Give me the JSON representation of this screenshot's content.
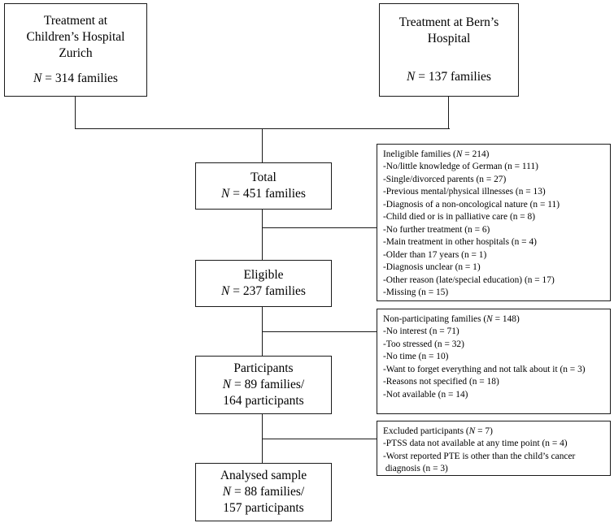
{
  "figure": {
    "type": "flowchart",
    "title": "Participant flow diagram",
    "orientation": "top-to-bottom"
  },
  "nodes": {
    "source_zurich": {
      "lines": [
        "Treatment at",
        "Children’s Hospital",
        "Zurich"
      ],
      "stat_prefix": "N",
      "stat_value": "= 314 families"
    },
    "source_bern": {
      "lines": [
        "Treatment at Bern’s",
        "Hospital"
      ],
      "stat_prefix": "N",
      "stat_value": "= 137 families"
    },
    "total": {
      "label": "Total",
      "stat_prefix": "N",
      "stat_value": "= 451 families"
    },
    "eligible": {
      "label": "Eligible",
      "stat_prefix": "N",
      "stat_value": "= 237 families"
    },
    "participants": {
      "label": "Participants",
      "stat_prefix": "N",
      "stat_value": "= 89 families/",
      "stat_value2": "164 participants"
    },
    "analysed": {
      "label": "Analysed sample",
      "stat_prefix": "N",
      "stat_value": "= 88 families/",
      "stat_value2": "157 participants"
    }
  },
  "exclusions": {
    "ineligible": {
      "heading_pre": "Ineligible families (",
      "heading_ital": "N",
      "heading_post": " = 214)",
      "items": [
        "-No/little knowledge of German (n = 111)",
        "-Single/divorced parents (n = 27)",
        "-Previous mental/physical illnesses (n = 13)",
        "-Diagnosis of a non-oncological nature (n = 11)",
        "-Child died or is in palliative care (n = 8)",
        "-No further treatment (n = 6)",
        "-Main treatment in other hospitals (n = 4)",
        "-Older than 17 years (n = 1)",
        "-Diagnosis unclear (n = 1)",
        "-Other reason (late/special education) (n = 17)",
        "-Missing (n = 15)"
      ]
    },
    "non_participating": {
      "heading_pre": "Non-participating families (",
      "heading_ital": "N",
      "heading_post": " = 148)",
      "items": [
        "-No interest (n = 71)",
        "-Too stressed (n = 32)",
        "-No time (n = 10)",
        "-Want to forget everything and not talk about it (n = 3)",
        "-Reasons not specified (n = 18)",
        "-Not available (n = 14)"
      ]
    },
    "excluded": {
      "heading_pre": "Excluded participants (",
      "heading_ital": "N",
      "heading_post": " = 7)",
      "items": [
        "-PTSS data not available at any time point (n = 4)",
        "-Worst reported PTE is other than the child’s cancer",
        " diagnosis (n = 3)"
      ]
    }
  },
  "colors": {
    "line": "#1a1a1a",
    "background": "#ffffff",
    "text": "#000000"
  }
}
